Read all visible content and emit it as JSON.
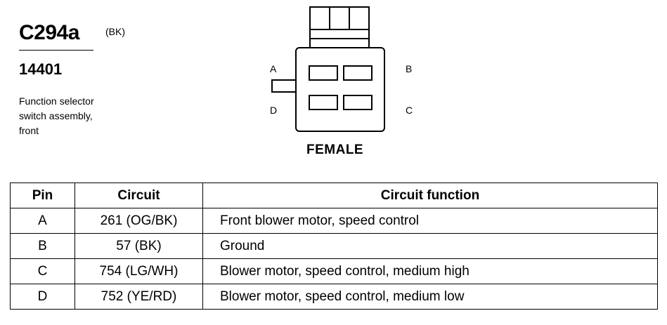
{
  "connector": {
    "id": "C294a",
    "color": "(BK)",
    "part_number": "14401",
    "description_lines": [
      "Function selector",
      "switch assembly,",
      "front"
    ]
  },
  "diagram": {
    "pin_labels": {
      "a": "A",
      "b": "B",
      "c": "C",
      "d": "D"
    },
    "gender": "FEMALE"
  },
  "table": {
    "headers": {
      "pin": "Pin",
      "circuit": "Circuit",
      "function": "Circuit function"
    },
    "rows": [
      {
        "pin": "A",
        "circuit": "261 (OG/BK)",
        "function": "Front blower motor, speed control"
      },
      {
        "pin": "B",
        "circuit": "57 (BK)",
        "function": "Ground"
      },
      {
        "pin": "C",
        "circuit": "754 (LG/WH)",
        "function": "Blower motor, speed control, medium high"
      },
      {
        "pin": "D",
        "circuit": "752 (YE/RD)",
        "function": "Blower motor, speed control, medium low"
      }
    ]
  }
}
